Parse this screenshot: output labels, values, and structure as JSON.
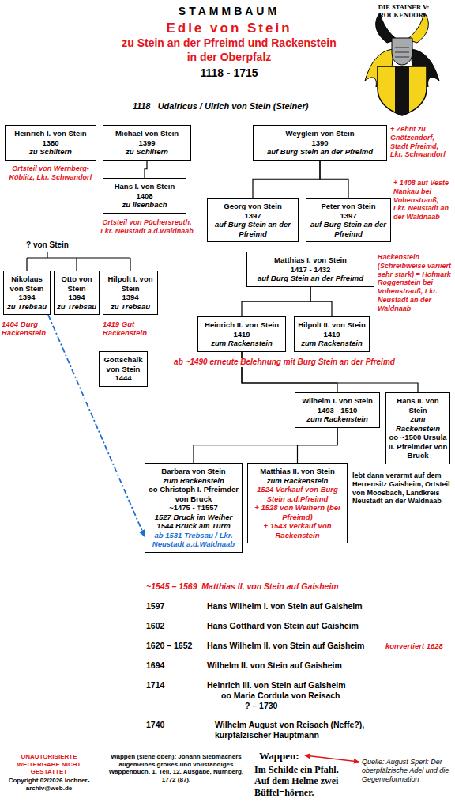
{
  "diagram": {
    "title": "STAMMBAUM",
    "nodes": [
      {
        "text": [
          "Heinrich I. von Stein",
          "1380",
          "zu Schiltern"
        ]
      },
      {
        "text": [
          "Michael von Stein",
          "1399",
          "zu Schiltern"
        ]
      },
      {
        "text": [
          "Weyglein von Stein",
          "1390",
          "auf Burg Stein an der Pfreimd"
        ]
      },
      {
        "text": [
          "Hans I. von Stein",
          "1408",
          "zu Ilsenbach"
        ]
      },
      {
        "text": [
          "Georg von Stein",
          "1397",
          "auf Burg Stein an der Pfreimd"
        ]
      },
      {
        "text": [
          "Peter von Stein",
          "1397",
          "auf Burg Stein an der Pfreimd"
        ]
      },
      {
        "text": [
          "Nikolaus von Stein",
          "1394",
          "zu Trebsau"
        ]
      },
      {
        "text": [
          "Otto von Stein",
          "1394",
          "zu Trebsau"
        ]
      },
      {
        "text": [
          "Hilpolt I. von Stein",
          "1394",
          "zu Trebsau"
        ]
      },
      {
        "text": [
          "Matthias I. von Stein",
          "1417 - 1432",
          "auf Burg Stein an der Pfreimd"
        ]
      },
      {
        "text": [
          "Gottschalk von Stein",
          "1444"
        ]
      },
      {
        "text": [
          "Heinrich II. von Stein",
          "1419",
          "zum Rackenstein"
        ]
      },
      {
        "text": [
          "Hilpolt II. von Stein",
          "1419",
          "zum Rackenstein"
        ]
      },
      {
        "text": [
          "Wilhelm I. von Stein",
          "1493 - 1510",
          "zum Rackenstein"
        ]
      },
      {
        "text": [
          "Hans II. von Stein",
          "zum Rackenstein",
          "oo ~1500 Ursula II. Pfreimder von Bruck"
        ]
      },
      {
        "text": [
          "Barbara von Stein",
          "zum Rackenstein",
          "oo Christoph I. Pfreimder von Bruck",
          "~1475 - †1557",
          "1527 Bruck im Weiher",
          "1544 Bruck am Turm",
          "ab 1531 Trebsau / Lkr. Neustadt a.d.Waldnaab"
        ]
      },
      {
        "text": [
          "Matthias II. von Stein",
          "zum Rackenstein",
          "1524 Verkauf von Burg Stein a.d.Pfreimd",
          "+ 1528 von Weihern (bei Pfreimd)",
          "+ 1543 Verkauf von Rackenstein"
        ]
      }
    ],
    "edges": [
      {
        "from": 1,
        "to": 3,
        "arrow": "none"
      },
      {
        "from": 2,
        "to": 4,
        "arrow": "none"
      },
      {
        "from": 2,
        "to": 5,
        "arrow": "none"
      },
      {
        "from": 9,
        "to": 11,
        "arrow": "none"
      },
      {
        "from": 9,
        "to": 12,
        "arrow": "none"
      },
      {
        "from": 11,
        "to": 13,
        "arrow": "none"
      },
      {
        "from": 11,
        "to": 14,
        "arrow": "none"
      },
      {
        "from": 13,
        "to": 15,
        "arrow": "none"
      },
      {
        "from": 13,
        "to": 16,
        "arrow": "none"
      },
      {
        "from": 6,
        "to": 15,
        "arrow": "to"
      }
    ],
    "labels": [
      "Edle von Stein",
      "zu Stein an der Pfreimd und Rackenstein",
      "in der Oberpfalz",
      "1118 - 1715",
      "DIE STAINER V: ROCKENDORF.",
      "1118   Udalricus / Ulrich von Stein (Steiner)",
      "Ortsteil von Wernberg-Köblitz, Lkr. Schwandorf",
      "+ Zehnt zu Gnötzendorf, Stadt Pfreimd, Lkr. Schwandorf",
      "Ortsteil von Püchersreuth, Lkr. Neustadt a.d.Waldnaab",
      "+ 1408 auf Veste Nankau bei Vohenstrauß, Lkr. Neustadt an der Waldnaab",
      "? von Stein",
      "Rackenstein (Schreibweise variiert sehr stark) = Hofmark Roggenstein bei Vohenstrauß, Lkr. Neustadt an der Waldnaab",
      "1404 Burg Rackenstein",
      "1419 Gut Rackenstein",
      "ab ~1490 erneute Belehnung mit Burg Stein an der Pfreimd",
      "lebt dann verarmt auf dem Herrensitz Gaisheim, Ortsteil von Moosbach, Landkreis Neustadt an der Waldnaab",
      "~1545 – 1569  Matthias II. von Stein auf Gaisheim",
      "1597",
      "Hans Wilhelm I. von Stein auf Gaisheim",
      "1602",
      "Hans Gotthard von Stein auf Gaisheim",
      "1620 – 1652",
      "Hans Wilhelm II. von Stein auf Gaisheim",
      "konvertiert 1628",
      "1694",
      "Wilhelm II. von Stein auf Gaisheim",
      "1714",
      "Heinrich III. von Stein auf Gaisheim",
      "oo Maria Cordula von Reisach",
      "? – 1730",
      "1740",
      "Wilhelm August von Reisach (Neffe?), kurpfälzischer Hauptmann",
      "UNAUTORISIERTE WEITERGABE NICHT GESTATTET",
      "Copyright 02/2026 lochner-archiv@web.de",
      "Wappen (siehe oben): Johann Siebmachers allgemeines großes und vollständiges Wappenbuch, 1. Teil, 12. Ausgabe, Nürnberg, 1772 (87).",
      "Wappen:",
      "Im Schilde ein Pfahl. Auf dem Helme zwei Büffel=hörner.",
      "Quelle: August Sperl: Der oberpfälzische Adel und die Gegenreformation"
    ]
  }
}
